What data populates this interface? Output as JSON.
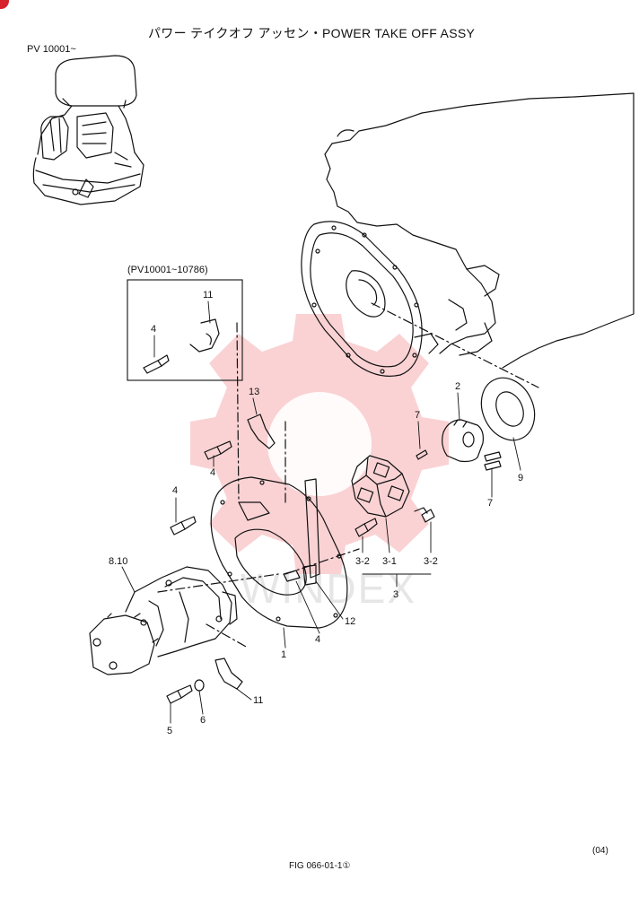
{
  "header": {
    "title": "パワー テイクオフ アッセン・POWER TAKE OFF ASSY",
    "serial_range": "PV 10001~"
  },
  "inset": {
    "label": "(PV10001~10786)"
  },
  "part_labels": {
    "p11_top": "11",
    "p4_inset": "4",
    "p13": "13",
    "p4_a": "4",
    "p4_b": "4",
    "p2": "2",
    "p7_top": "7",
    "p9": "9",
    "p7_bottom": "7",
    "p8_10": "8.10",
    "p3_2_left": "3-2",
    "p3_1": "3-1",
    "p3_2_right": "3-2",
    "p3": "3",
    "p12": "12",
    "p4_c": "4",
    "p1": "1",
    "p11_bottom": "11",
    "p5": "5",
    "p6": "6"
  },
  "watermark": {
    "text": "WINDEX",
    "color": "#e8313a"
  },
  "footer": {
    "figure": "FIG 066-01-1①",
    "revision": "(04)"
  },
  "colors": {
    "ink": "#111111",
    "badge": "#d6202a"
  }
}
